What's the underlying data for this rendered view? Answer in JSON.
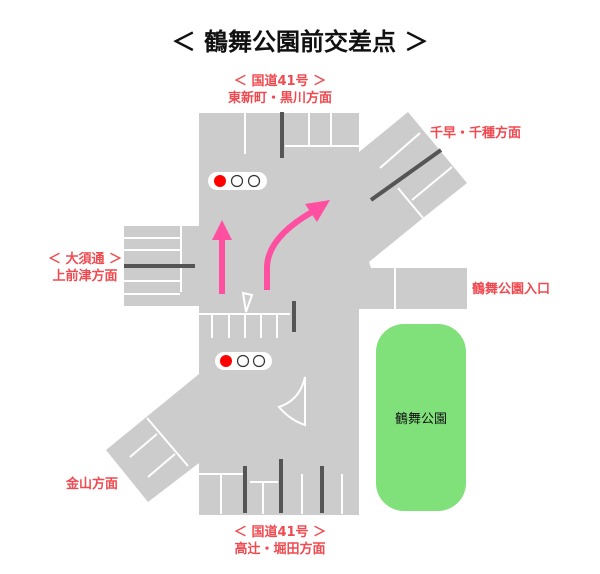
{
  "title": "＜ 鶴舞公園前交差点 ＞",
  "labels": {
    "north_road": "＜ 国道41号 ＞",
    "north_dir": "東新町・黒川方面",
    "northeast_dir": "千早・千種方面",
    "west_road": "＜ 大須通 ＞",
    "west_dir": "上前津方面",
    "east_dir": "鶴舞公園入口",
    "southwest_dir": "金山方面",
    "south_road": "＜ 国道41号 ＞",
    "south_dir": "高辻・堀田方面"
  },
  "park": {
    "name": "鶴舞公園"
  },
  "colors": {
    "road": "#cccccc",
    "stopline": "#555555",
    "arrow": "#ff4fa0",
    "label": "#f04a50",
    "park": "#80e07a",
    "signal_red": "#ff0000"
  },
  "signals": [
    {
      "state": "red"
    },
    {
      "state": "red"
    }
  ]
}
